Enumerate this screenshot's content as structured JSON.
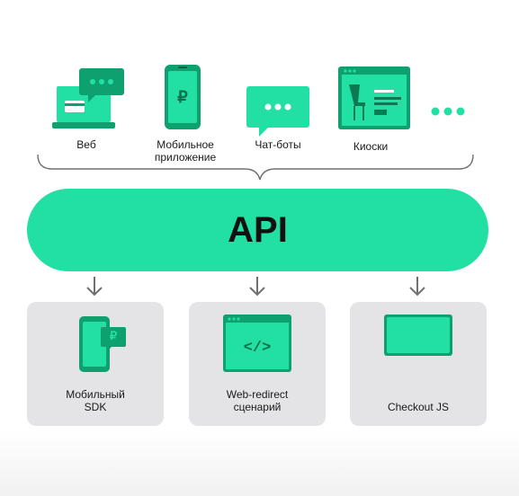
{
  "channels": [
    {
      "id": "web",
      "label": "Веб"
    },
    {
      "id": "mobile-app",
      "label": "Мобильное\nприложение"
    },
    {
      "id": "chatbots",
      "label": "Чат-боты"
    },
    {
      "id": "kiosks",
      "label": "Киоски"
    }
  ],
  "hub": {
    "label": "API"
  },
  "integrations": [
    {
      "id": "mobile-sdk",
      "label": "Мобильный\nSDK"
    },
    {
      "id": "web-redirect",
      "label": "Web-redirect\nсценарий"
    },
    {
      "id": "checkout-js",
      "label": "Checkout JS"
    }
  ],
  "glyphs": {
    "ruble": "₽",
    "code": "</>"
  },
  "colors": {
    "accent": "#22e0a3",
    "accent_dark": "#0fa06f",
    "card_bg": "#e4e4e6",
    "line": "#707070"
  }
}
